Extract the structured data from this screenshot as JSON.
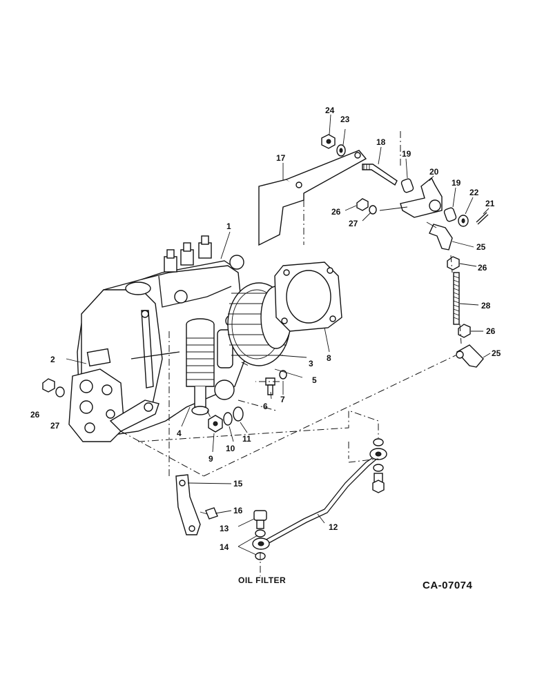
{
  "labels": {
    "p1": "1",
    "p2": "2",
    "p3": "3",
    "p4": "4",
    "p5": "5",
    "p6": "6",
    "p7": "7",
    "p8": "8",
    "p9": "9",
    "p10": "10",
    "p11": "11",
    "p12": "12",
    "p13": "13",
    "p14": "14",
    "p15": "15",
    "p16": "16",
    "p17": "17",
    "p18": "18",
    "p19a": "19",
    "p19b": "19",
    "p20": "20",
    "p21": "21",
    "p22": "22",
    "p23": "23",
    "p24": "24",
    "p25a": "25",
    "p25b": "25",
    "p26a": "26",
    "p26b": "26",
    "p26c": "26",
    "p26d": "26",
    "p27a": "27",
    "p27b": "27",
    "p28": "28"
  },
  "caption": "OIL FILTER",
  "drawing_code": "CA-07074"
}
